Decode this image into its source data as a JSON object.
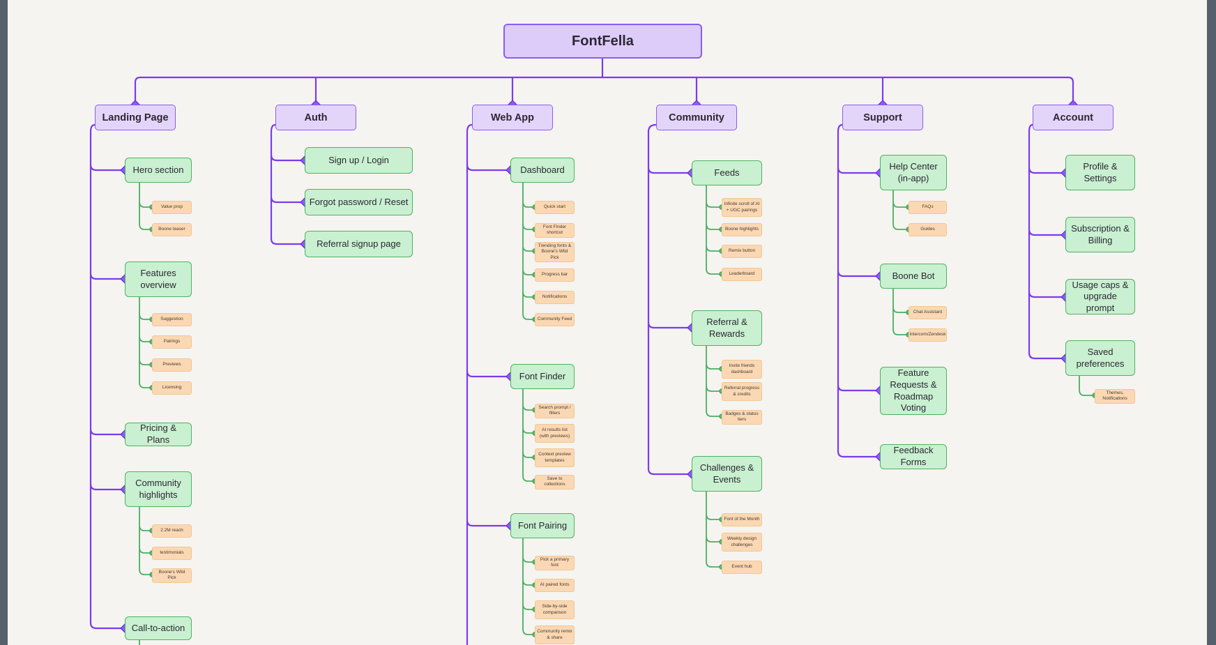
{
  "colors": {
    "frame": "#55606b",
    "canvas": "#f5f4f1",
    "accent_purple": "#8b5cf6",
    "line_purple": "#7c3aed",
    "accent_green": "#4aae60",
    "root_fill": "#ddccf9",
    "branch_fill": "#e3d5fa",
    "section_fill": "#c9f0d0",
    "leaf_fill": "#fbd8b4"
  },
  "tree": {
    "root_label": "FontFella",
    "branches": [
      {
        "label": "Landing Page",
        "sections": [
          {
            "label": "Hero section",
            "leaves": [
              "Value prop",
              "Boone teaser"
            ]
          },
          {
            "label": "Features overview",
            "leaves": [
              "Suggestion",
              "Pairings",
              "Previews",
              "Licensing"
            ]
          },
          {
            "label": "Pricing & Plans",
            "leaves": []
          },
          {
            "label": "Community highlights",
            "leaves": [
              "2.2M reach",
              "testimonials",
              "Boone's Wild Pick"
            ]
          },
          {
            "label": "Call-to-action",
            "leaves": []
          }
        ]
      },
      {
        "label": "Auth",
        "sections": [
          {
            "label": "Sign up / Login",
            "leaves": []
          },
          {
            "label": "Forgot password / Reset",
            "leaves": []
          },
          {
            "label": "Referral signup page",
            "leaves": []
          }
        ]
      },
      {
        "label": "Web App",
        "sections": [
          {
            "label": "Dashboard",
            "leaves": [
              "Quick start",
              "Font Finder shortcut",
              "Trending fonts & Boone's Wild Pick",
              "Progress bar",
              "Notifications",
              "Community Feed"
            ]
          },
          {
            "label": "Font Finder",
            "leaves": [
              "Search prompt / filters",
              "AI results list (with previews)",
              "Context preview templates",
              "Save to collections"
            ]
          },
          {
            "label": "Font Pairing",
            "leaves": [
              "Pick a primary font",
              "AI paired fonts",
              "Side-by-side comparison",
              "Community remix & share"
            ]
          }
        ]
      },
      {
        "label": "Community",
        "sections": [
          {
            "label": "Feeds",
            "leaves": [
              "Infinite scroll of AI + UGC pairings",
              "Boone highlights",
              "Remix button",
              "Leaderboard"
            ]
          },
          {
            "label": "Referral & Rewards",
            "leaves": [
              "Invite friends dashboard",
              "Referral progress & credits",
              "Badges & status tiers"
            ]
          },
          {
            "label": "Challenges & Events",
            "leaves": [
              "Font of the Month",
              "Weekly design challenges",
              "Event hub"
            ]
          }
        ]
      },
      {
        "label": "Support",
        "sections": [
          {
            "label": "Help Center (in-app)",
            "leaves": [
              "FAQs",
              "Guides"
            ]
          },
          {
            "label": "Boone Bot",
            "leaves": [
              "Chat Assistant",
              "Intercom/Zendesk"
            ]
          },
          {
            "label": "Feature Requests & Roadmap Voting",
            "leaves": []
          },
          {
            "label": "Feedback Forms",
            "leaves": []
          }
        ]
      },
      {
        "label": "Account",
        "sections": [
          {
            "label": "Profile & Settings",
            "leaves": []
          },
          {
            "label": "Subscription & Billing",
            "leaves": []
          },
          {
            "label": "Usage caps & upgrade prompt",
            "leaves": []
          },
          {
            "label": "Saved preferences",
            "leaves": [
              "Themes, Notifications"
            ]
          }
        ]
      }
    ]
  }
}
